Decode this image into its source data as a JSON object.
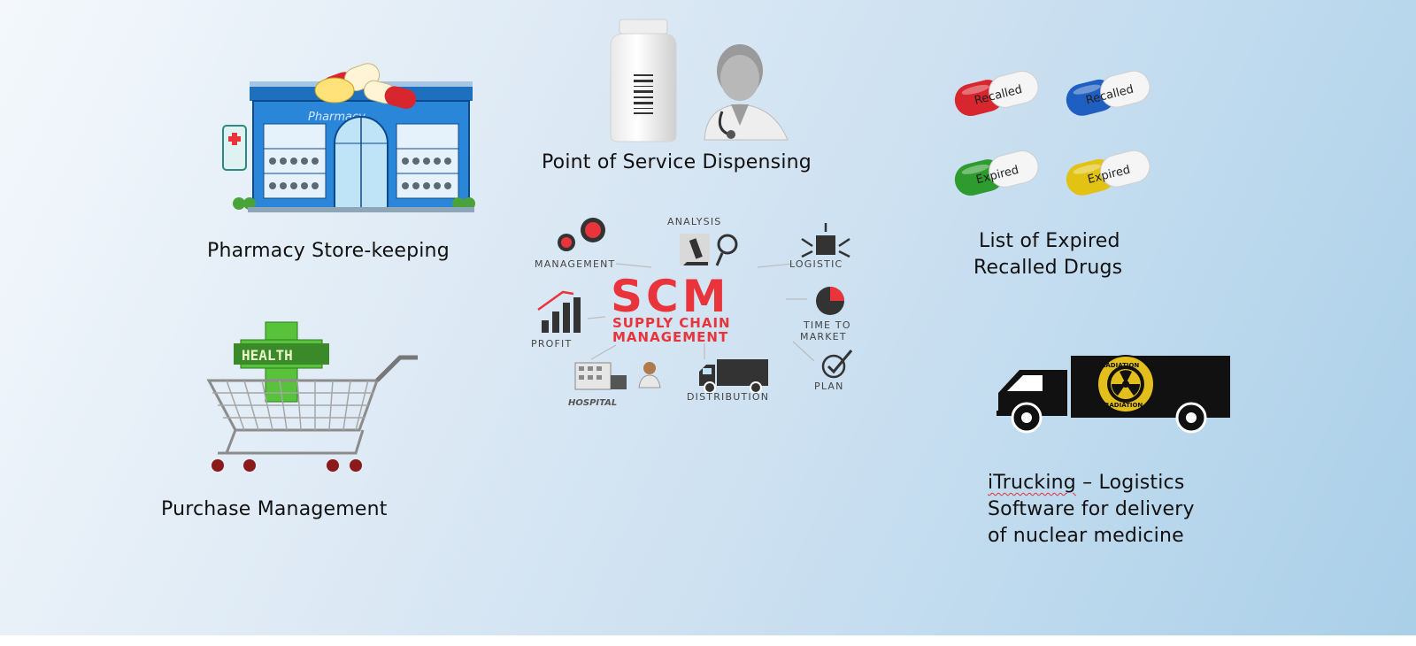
{
  "captions": {
    "pharmacy": "Pharmacy Store-keeping",
    "pos": "Point of Service Dispensing",
    "expired_line1": "List of Expired",
    "expired_line2": "Recalled Drugs",
    "purchase": "Purchase Management",
    "itrucking_name": "iTrucking",
    "itrucking_line1_rest": " – Logistics",
    "itrucking_line2": "Software for delivery",
    "itrucking_line3": "of nuclear medicine"
  },
  "pharmacy_sign": "Pharmacy",
  "health_sign": "HEALTH",
  "pills": [
    {
      "label": "Recalled",
      "color": "#d7262e"
    },
    {
      "label": "Recalled",
      "color": "#1f5fc2"
    },
    {
      "label": "Expired",
      "color": "#2e9b2e"
    },
    {
      "label": "Expired",
      "color": "#e2c313"
    }
  ],
  "truck_badge": {
    "top": "RADIATION",
    "bottom": "RADIATION"
  },
  "scm": {
    "title": "SCM",
    "subtitle_line1": "SUPPLY CHAIN",
    "subtitle_line2": "MANAGEMENT",
    "labels": {
      "analysis": "ANALYSIS",
      "management": "MANAGEMENT",
      "logistic": "LOGISTIC",
      "profit": "PROFIT",
      "time_to": "TIME TO",
      "market": "MARKET",
      "hospital": "HOSPITAL",
      "distribution": "DISTRIBUTION",
      "plan": "PLAN"
    }
  },
  "colors": {
    "scm_red": "#e8343a",
    "accent_green": "#57c23a"
  }
}
